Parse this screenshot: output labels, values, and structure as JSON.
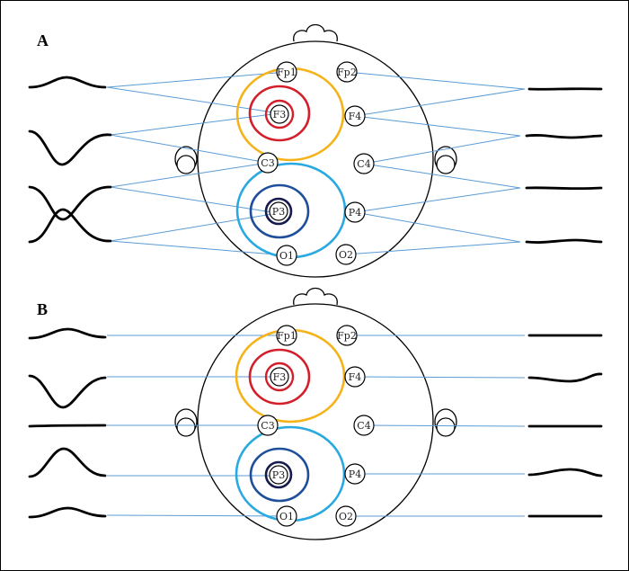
{
  "panels": [
    {
      "label": "A"
    },
    {
      "label": "B"
    }
  ],
  "electrodes": {
    "Fp1": "Fp1",
    "Fp2": "Fp2",
    "F3": "F3",
    "F4": "F4",
    "C3": "C3",
    "C4": "C4",
    "P3": "P3",
    "P4": "P4",
    "O1": "O1",
    "O2": "O2"
  },
  "colors": {
    "frontal_ring": "#f5b31a",
    "frontal_source": "#d21f2a",
    "parietal_ring": "#29a9e0",
    "parietal_source": "#1f4f9a",
    "parietal_core": "#151b4d",
    "lead_line": "#5b9bd5",
    "outline": "#000000"
  }
}
